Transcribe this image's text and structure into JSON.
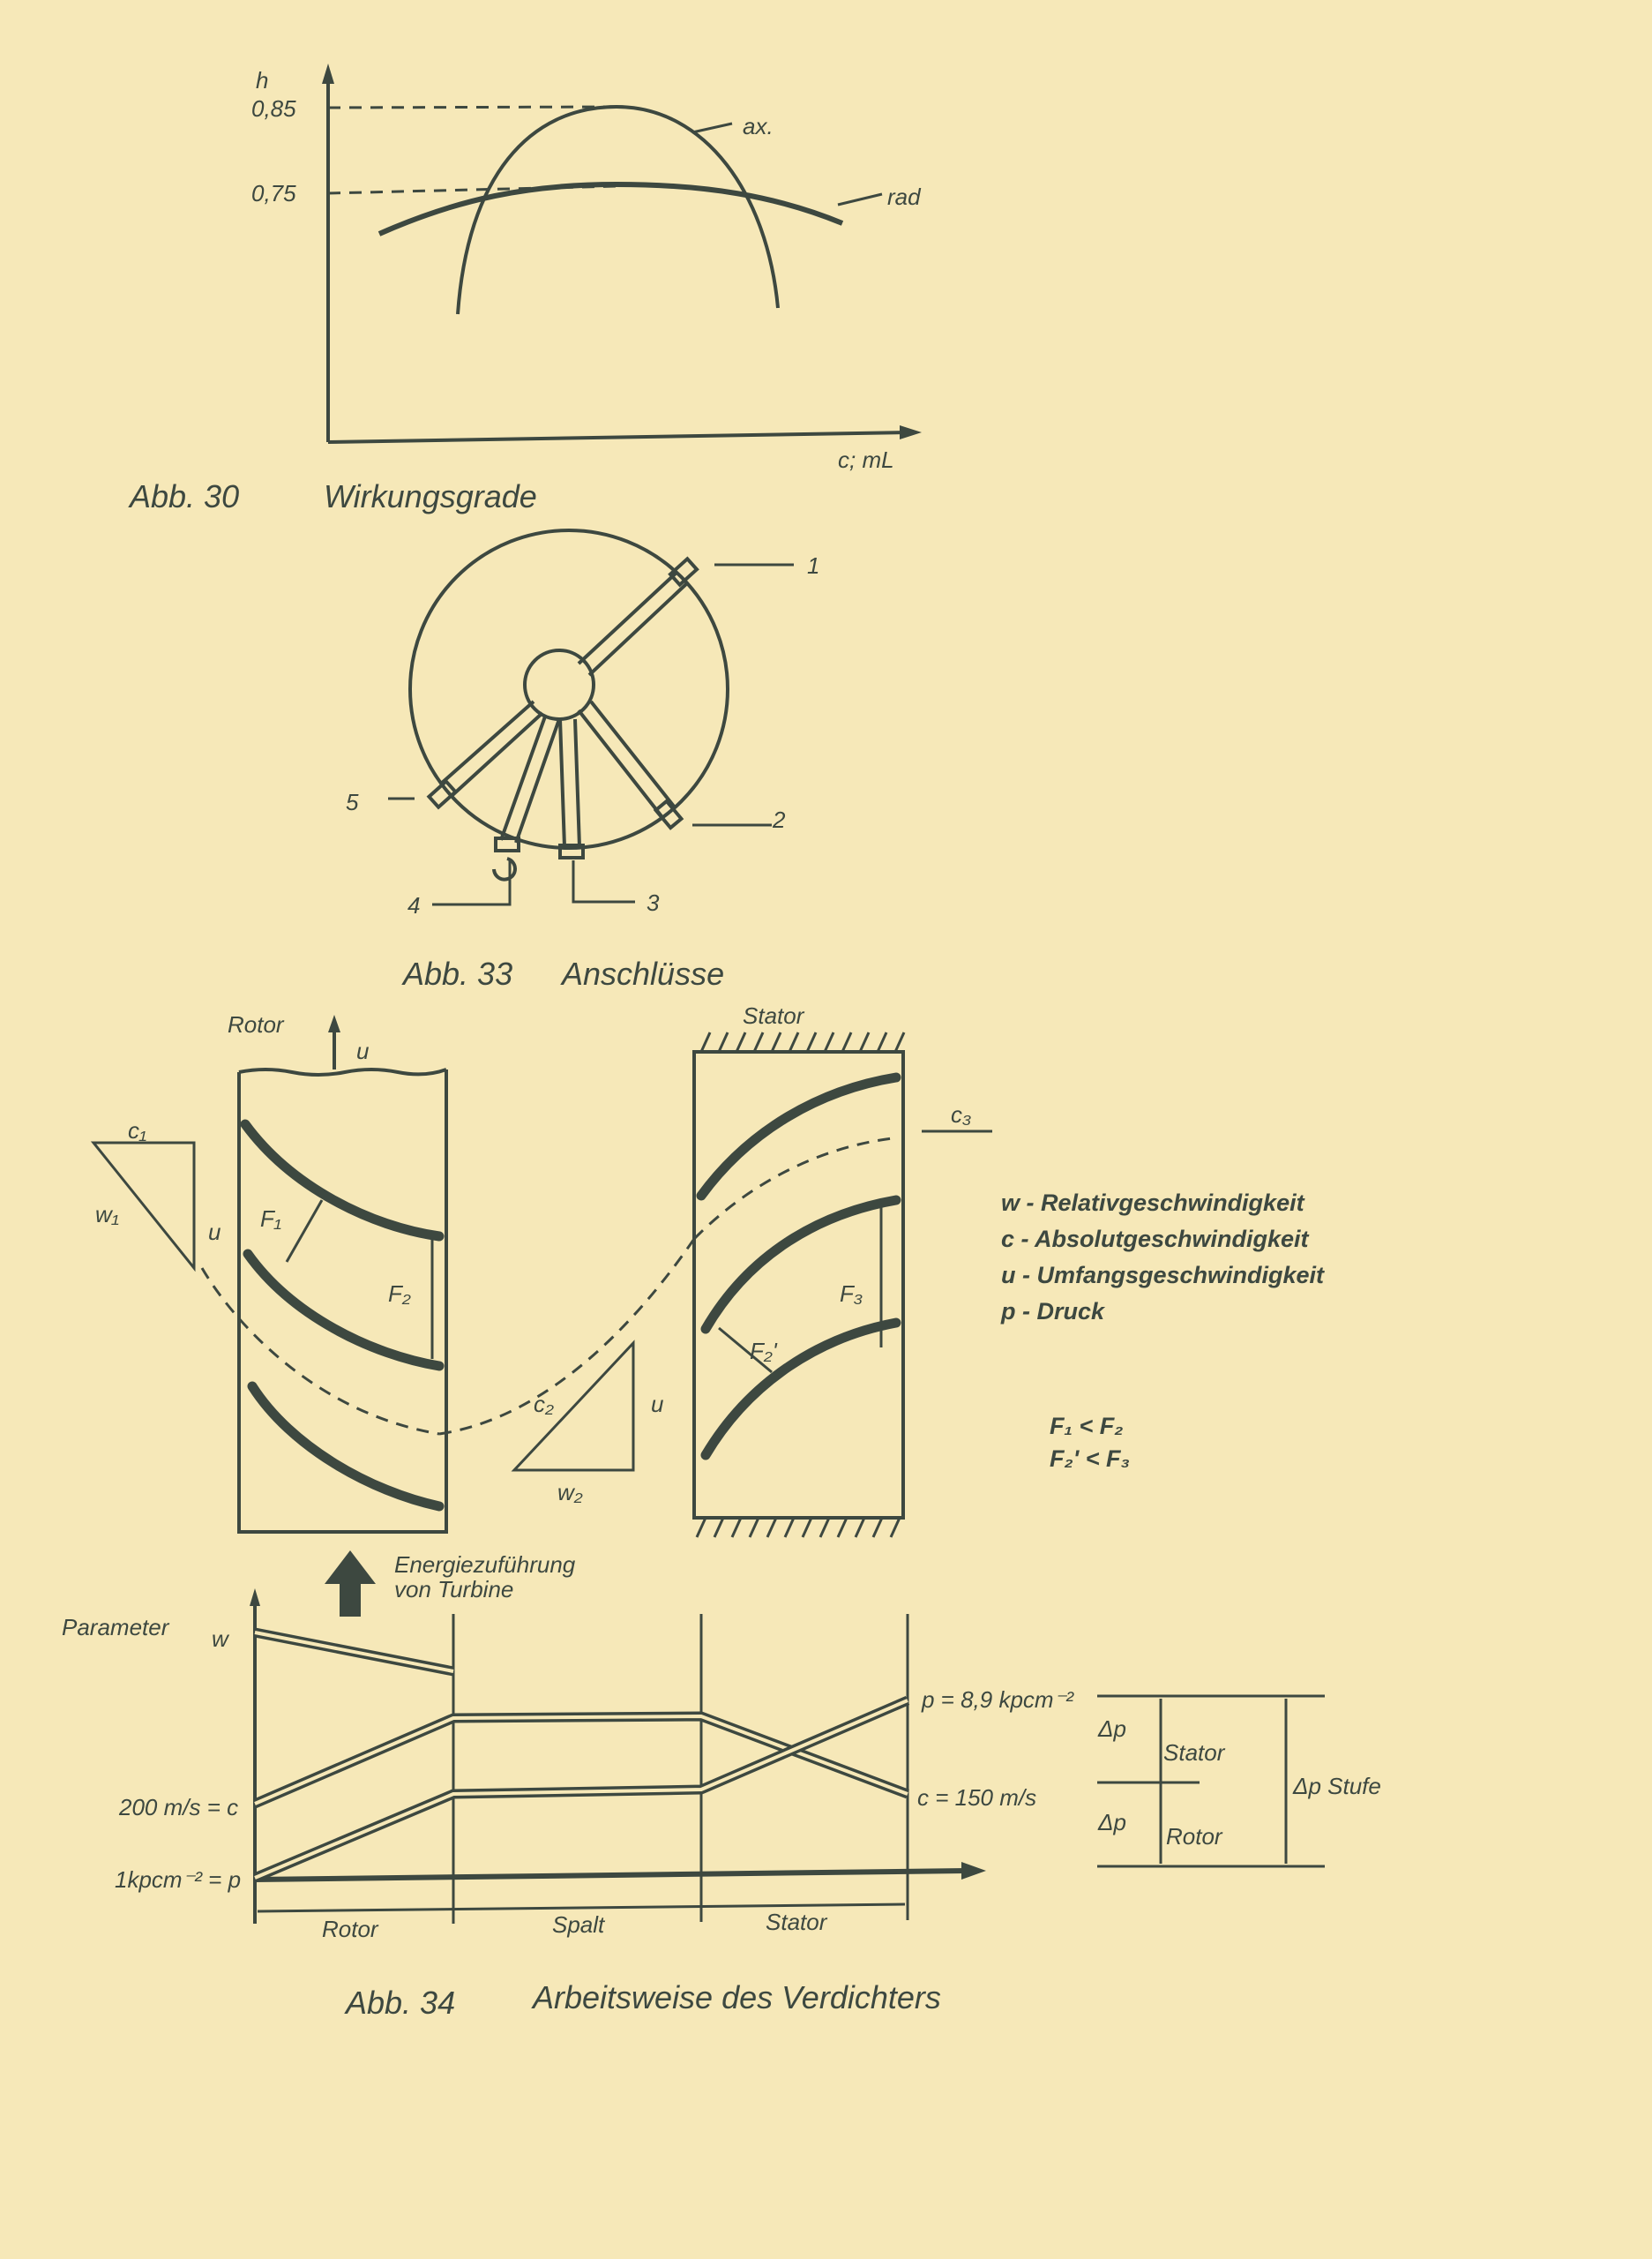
{
  "fig30": {
    "y_label": "h",
    "tick_085": "0,85",
    "tick_075": "0,75",
    "x_label": "c; mL",
    "curve_ax": "ax.",
    "curve_rad": "rad",
    "caption_num": "Abb. 30",
    "caption_title": "Wirkungsgrade"
  },
  "fig33": {
    "labels": [
      "1",
      "2",
      "3",
      "4",
      "5"
    ],
    "caption_num": "Abb. 33",
    "caption_title": "Anschlüsse"
  },
  "fig34": {
    "rotor_label": "Rotor",
    "u_label": "u",
    "stator_label": "Stator",
    "c1": "c₁",
    "w1": "w₁",
    "u1": "u",
    "c2": "c₂",
    "w2": "w₂",
    "u2": "u",
    "c3": "c₃",
    "F1": "F₁",
    "F2": "F₂",
    "F2p": "F₂'",
    "F3": "F₃",
    "legend": [
      "w - Relativgeschwindigkeit",
      "c - Absolutgeschwindigkeit",
      "u - Umfangsgeschwindigkeit",
      "p - Druck"
    ],
    "inequalities": [
      "F₁ < F₂",
      "F₂' < F₃"
    ],
    "energy_line1": "Energiezuführung",
    "energy_line2": "von Turbine",
    "param_label": "Parameter",
    "w_label": "w",
    "c_start": "200 m/s = c",
    "p_start": "1kpcm⁻² = p",
    "p_end": "p = 8,9 kpcm⁻²",
    "c_end": "c = 150 m/s",
    "sections": [
      "Rotor",
      "Spalt",
      "Stator"
    ],
    "dp": "Δp",
    "dp_stator": "Stator",
    "dp_rotor": "Rotor",
    "dp_stufe": "Δp Stufe",
    "caption_num": "Abb. 34",
    "caption_title": "Arbeitsweise des Verdichters"
  }
}
